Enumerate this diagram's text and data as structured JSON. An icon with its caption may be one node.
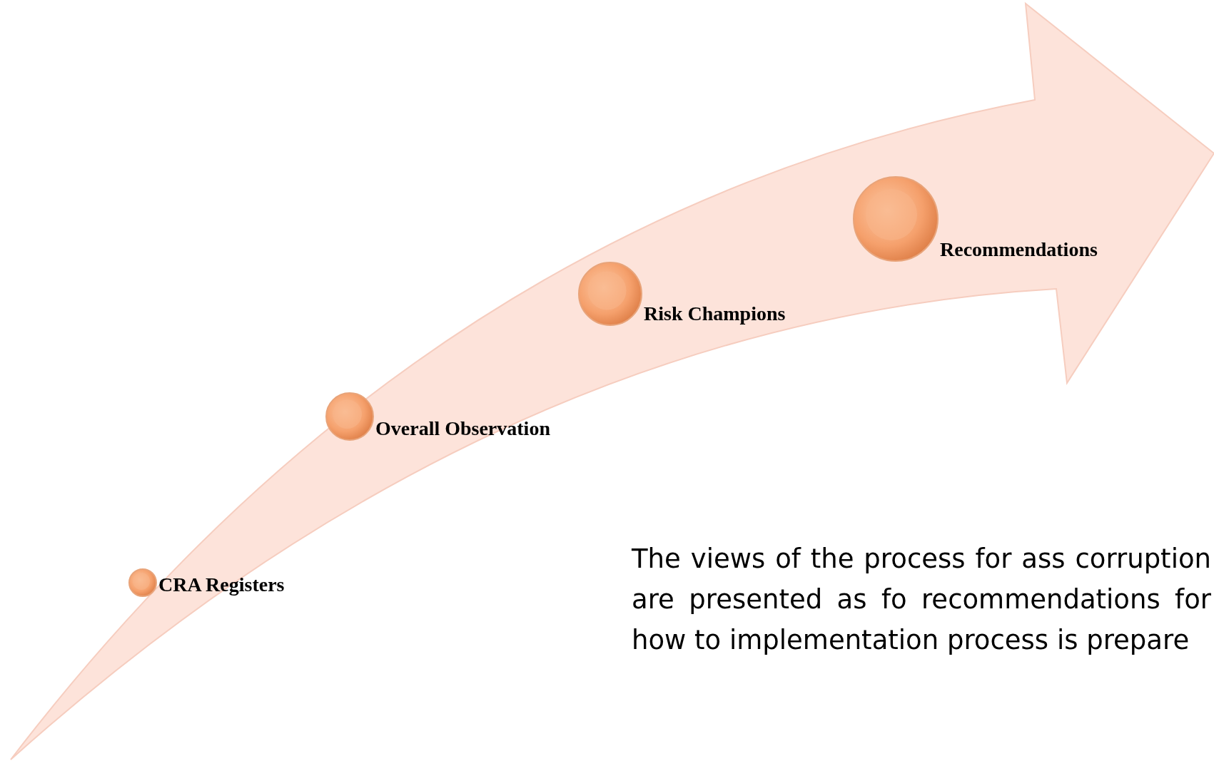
{
  "diagram": {
    "nodes": [
      {
        "text": [],
        "shape": "circle",
        "beside": [
          "CRA Registers"
        ]
      },
      {
        "text": [],
        "shape": "circle",
        "beside": [
          "Overall Observation"
        ]
      },
      {
        "text": [],
        "shape": "circle",
        "beside": [
          "Risk Champions"
        ]
      },
      {
        "text": [],
        "shape": "circle",
        "beside": [
          "Recommendations"
        ]
      }
    ],
    "edges": [],
    "labels": [
      "The views of the process for ass corruption are presented as fo recommendations for how to implementation process is prepare"
    ]
  }
}
